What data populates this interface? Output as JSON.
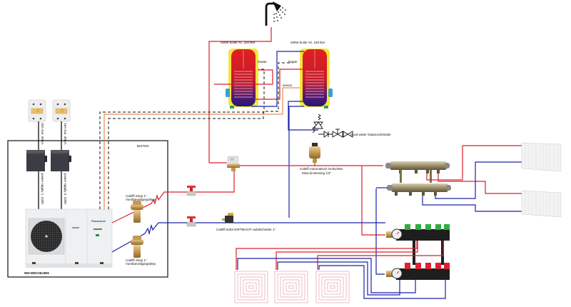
{
  "title": "Warmtepomp installatieschema",
  "colors": {
    "supply": "#d8202a",
    "return": "#1a23a8",
    "sensor": "#e07030",
    "cable": "#111111",
    "tank_body": "#d8202a",
    "tank_bottom": "#2a1a80",
    "tank_jacket": "#f5e63a",
    "brass": "#c9a25a"
  },
  "labels": {
    "outside_area": "BUITEN",
    "heat_pump_model": "WH-MDC09J3E5",
    "heat_pump_brand": "Panasonic",
    "boiler1": "SWW boiler #1, 150 liter",
    "boiler2": "SWW boiler #2, 150 liter",
    "heater1": "heater",
    "heater2": "heater",
    "sensor": "sensor",
    "cold_water": "Koud water inlaatcombinatie",
    "air_vent": "Caleffi Automatisch Ontluchter",
    "air_vent_sub": "Minical Messing 1/2\"",
    "dirt_separator": "Caleffi 5453 DIRTMAG® vuilafscheider 1\"",
    "istop_top": "Caleffi iStop 1\"",
    "istop_top_sub": "Vorstbeveiligingsklep",
    "istop_bottom": "Caleffi iStop 1\"",
    "istop_bottom_sub": "Vorstbeveiligingsklep",
    "breaker1": "20A-Kar. 30mA",
    "breaker2": "16A-Kar. 30mA",
    "power_supply1": "power supply 1, 230V",
    "power_supply2": "power supply 2, 230V"
  },
  "components": {
    "shower": "shower-icon",
    "radiators": 2,
    "floor_heating_loops": 3,
    "ufh_manifold_ports": 5,
    "radiator_manifold_ports": 4
  }
}
